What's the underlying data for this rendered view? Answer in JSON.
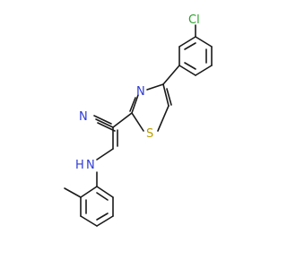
{
  "molecule": {
    "atoms": {
      "cl": "Cl",
      "n_nitrile": "N",
      "n_thiazole": "N",
      "s_thiazole": "S",
      "nh": "H",
      "nh_n": "N"
    },
    "colors": {
      "bond": "#1a1a1a",
      "chlorine": "#2ca02c",
      "nitrogen": "#2f3bd6",
      "sulfur": "#b8a000"
    }
  }
}
